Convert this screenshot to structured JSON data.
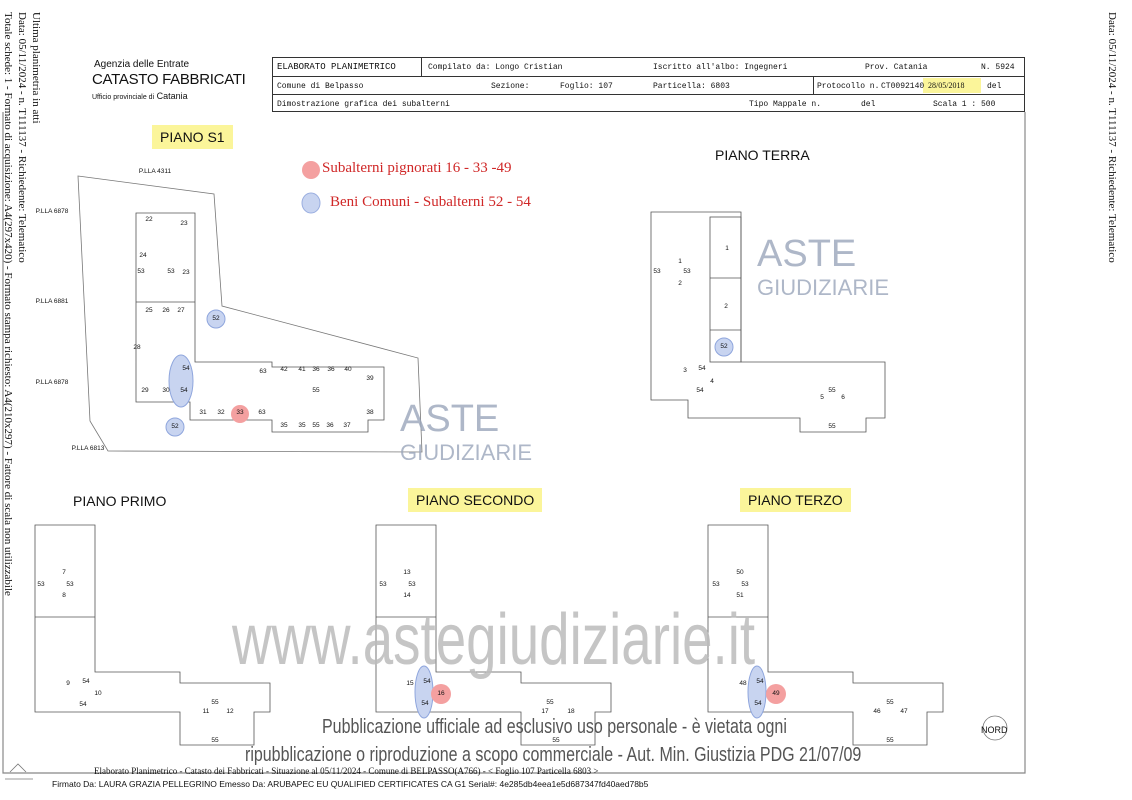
{
  "margin_left": {
    "line1": "Ultima planimetria in atti",
    "line2": "Data: 05/11/2024 - n. T111137 - Richiedente: Telematico",
    "line3": "Totale schede: 1 - Formato di acquisizione: A4(297x420) - Formato stampa richiesto: A4(210x297) - Fattore di scala non utilizzabile"
  },
  "margin_right": "Data: 05/11/2024 - n. T111137 - Richiedente: Telematico",
  "agency": {
    "name": "Agenzia delle Entrate",
    "catasto": "CATASTO FABBRICATI",
    "office_prefix": "Ufficio provinciale di",
    "office": "Catania"
  },
  "header": {
    "title": "ELABORATO PLANIMETRICO",
    "compilato": "Compilato da: Longo Cristian",
    "iscritto": "Iscritto all'albo: Ingegneri",
    "prov": "Prov. Catania",
    "n": "N. 5924",
    "comune": "Comune di Belpasso",
    "sezione": "Sezione:",
    "foglio": "Foglio: 107",
    "particella": "Particella: 6803",
    "protocollo": "Protocollo n.",
    "protocollo_value": "CT0092140",
    "data": "28/05/2018",
    "del1": "del",
    "dimostrazione": "Dimostrazione grafica dei subalterni",
    "tipo": "Tipo Mappale n.",
    "del2": "del",
    "scala": "Scala 1 : 500"
  },
  "legend": {
    "pignorati": "Subalterni pignorati 16 - 33 -49",
    "comuni": "Beni Comuni - Subalterni 52 - 54",
    "colors": {
      "pignorati": "#f08a8a",
      "comuni": "#b9c8ec"
    }
  },
  "floors": {
    "s1": "PIANO S1",
    "terra": "PIANO TERRA",
    "primo": "PIANO PRIMO",
    "secondo": "PIANO SECONDO",
    "terzo": "PIANO TERZO"
  },
  "parcels": [
    "P.LLA 4311",
    "P.LLA 6878",
    "P.LLA 6881",
    "P.LLA 6878",
    "P.LLA 6813"
  ],
  "labels_s1": [
    "22",
    "23",
    "24",
    "53",
    "53",
    "23",
    "25",
    "26",
    "27",
    "28",
    "29",
    "30",
    "54",
    "54",
    "52",
    "52",
    "63",
    "42",
    "41",
    "36",
    "36",
    "40",
    "39",
    "55",
    "31",
    "32",
    "33",
    "63",
    "38",
    "35",
    "35",
    "55",
    "36",
    "37"
  ],
  "labels_terra": [
    "1",
    "2",
    "53",
    "1",
    "53",
    "2",
    "52",
    "3",
    "54",
    "4",
    "54",
    "55",
    "5",
    "6",
    "55"
  ],
  "labels_primo": [
    "7",
    "53",
    "53",
    "8",
    "9",
    "54",
    "10",
    "54",
    "55",
    "11",
    "12",
    "55"
  ],
  "labels_secondo": [
    "13",
    "53",
    "53",
    "14",
    "15",
    "54",
    "16",
    "54",
    "55",
    "17",
    "18",
    "55"
  ],
  "labels_terzo": [
    "50",
    "53",
    "53",
    "51",
    "48",
    "54",
    "49",
    "54",
    "55",
    "46",
    "47",
    "55"
  ],
  "watermark": {
    "aste": "ASTE",
    "giudiziarie": "GIUDIZIARIE",
    "site": "www.astegiudiziarie.it",
    "pub1": "Pubblicazione ufficiale ad esclusivo uso personale - è vietata ogni",
    "pub2": "ripubblicazione o riproduzione a scopo commerciale - Aut. Min. Giustizia PDG 21/07/09"
  },
  "nord": "NORD",
  "footer": "Elaborato Planimetrico - Catasto dei Fabbricati - Situazione al 05/11/2024 - Comune di BELPASSO(A766) - < Foglio 107 Particella 6803 >",
  "signature": "Firmato Da: LAURA GRAZIA PELLEGRINO Emesso Da: ARUBAPEC EU QUALIFIED CERTIFICATES CA G1 Serial#: 4e285db4eea1e5d687347fd40aed78b5"
}
